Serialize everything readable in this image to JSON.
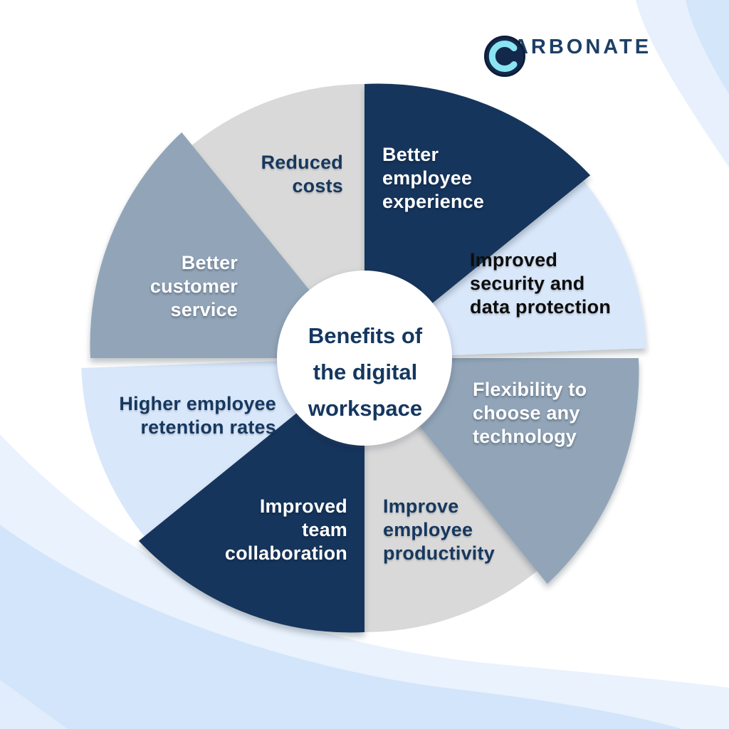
{
  "brand": {
    "wordmark": "CARBONATE",
    "logo_letter": "C",
    "logo_circle_color": "#13294b",
    "logo_ring_color": "#0c1e38",
    "logo_letter_color": "#8ae4f2",
    "wordmark_color": "#1d3f66"
  },
  "center": {
    "lines": [
      "Benefits of",
      "the digital",
      "workspace"
    ],
    "text_color": "#14375f",
    "circle_color": "#ffffff"
  },
  "segments": [
    {
      "id": "reduced-costs",
      "lines": [
        "Reduced",
        "costs"
      ],
      "fill": "#d9d9d9",
      "text_color": "#16385f"
    },
    {
      "id": "better-employee-experience",
      "lines": [
        "Better",
        "employee",
        "experience"
      ],
      "fill": "#13365c",
      "text_color": "#ffffff"
    },
    {
      "id": "improved-security",
      "lines": [
        "Improved",
        "security and",
        "data protection"
      ],
      "fill": "#d9e7fa",
      "text_color": "#0d0d0d"
    },
    {
      "id": "flexibility",
      "lines": [
        "Flexibility to",
        "choose any",
        "technology"
      ],
      "fill": "#92a5b8",
      "text_color": "#ffffff"
    },
    {
      "id": "improve-productivity",
      "lines": [
        "Improve",
        "employee",
        "productivity"
      ],
      "fill": "#d9d9d9",
      "text_color": "#16385f"
    },
    {
      "id": "improved-team-collaboration",
      "lines": [
        "Improved",
        "team",
        "collaboration"
      ],
      "fill": "#13365c",
      "text_color": "#ffffff"
    },
    {
      "id": "higher-retention",
      "lines": [
        "Higher employee",
        "retention rates"
      ],
      "fill": "#d9e7fa",
      "text_color": "#16385f"
    },
    {
      "id": "better-customer-service",
      "lines": [
        "Better",
        "customer",
        "service"
      ],
      "fill": "#92a5b8",
      "text_color": "#ffffff"
    }
  ],
  "background": {
    "base": "#ffffff",
    "bottom_light": "#e9f2fd",
    "bottom_deep": "#d3e5fa",
    "corner_wedge": "#e1edfc",
    "topright_light": "#e7f0fc",
    "topright_deep": "#d4e6fa"
  }
}
